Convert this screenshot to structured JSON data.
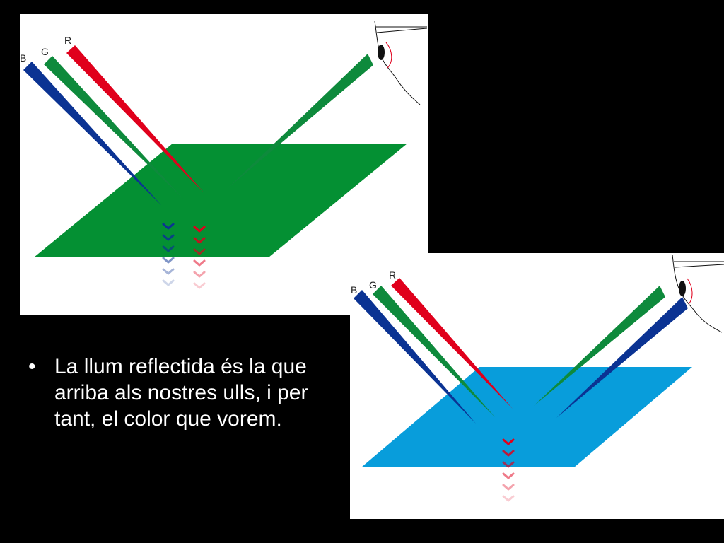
{
  "colors": {
    "background": "#000000",
    "panel": "#ffffff",
    "ray_blue": "#0b3393",
    "ray_green": "#0e8a3c",
    "ray_red": "#e0001c",
    "surface_green": "#049033",
    "surface_cyan": "#089ddb",
    "text": "#ffffff"
  },
  "labels": {
    "blue": "B",
    "green": "G",
    "red": "R"
  },
  "bullet": {
    "marker": "•",
    "text": "La llum reflectida és la que arriba als nostres ulls, i per tant, el color que vorem."
  },
  "diagrams": [
    {
      "surface": "green",
      "reflected": [
        "green"
      ],
      "absorbed": [
        "blue",
        "red"
      ]
    },
    {
      "surface": "cyan",
      "reflected": [
        "green",
        "blue"
      ],
      "absorbed": [
        "red"
      ]
    }
  ]
}
